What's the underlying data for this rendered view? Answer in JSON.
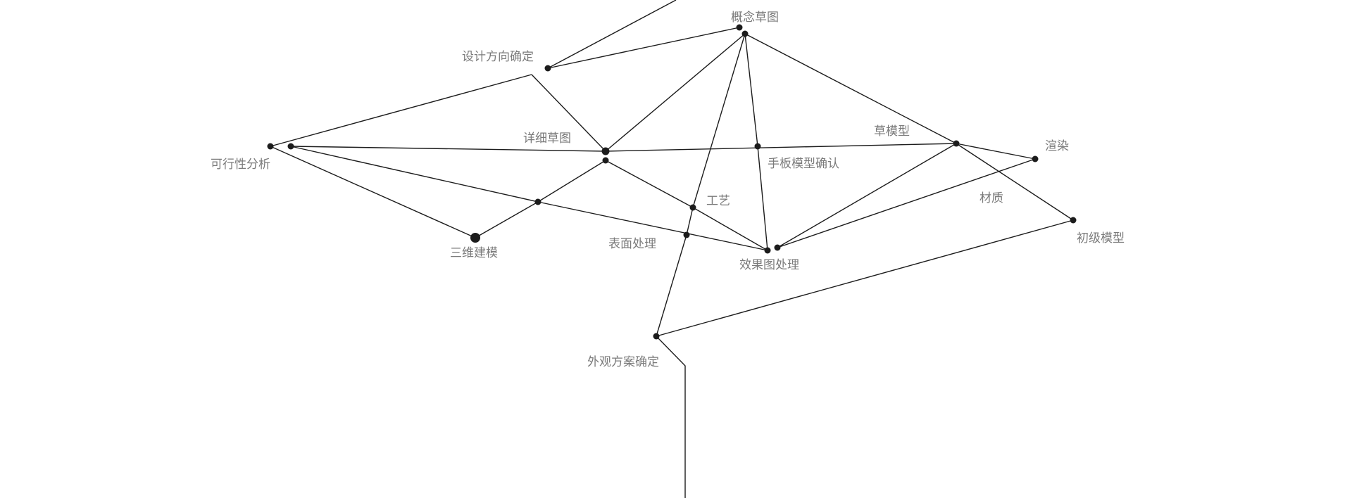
{
  "diagram": {
    "labels": {
      "concept_sketch": "概念草图",
      "design_direction": "设计方向确定",
      "feasibility": "可行性分析",
      "detail_sketch": "详细草图",
      "model_3d": "三维建模",
      "surface": "表面处理",
      "craft": "工艺",
      "handmade_model": "手板模型确认",
      "rough_model": "草模型",
      "render": "渲染",
      "material": "材质",
      "effect_image": "效果图处理",
      "initial_model": "初级模型",
      "appearance_final": "外观方案确定"
    }
  }
}
